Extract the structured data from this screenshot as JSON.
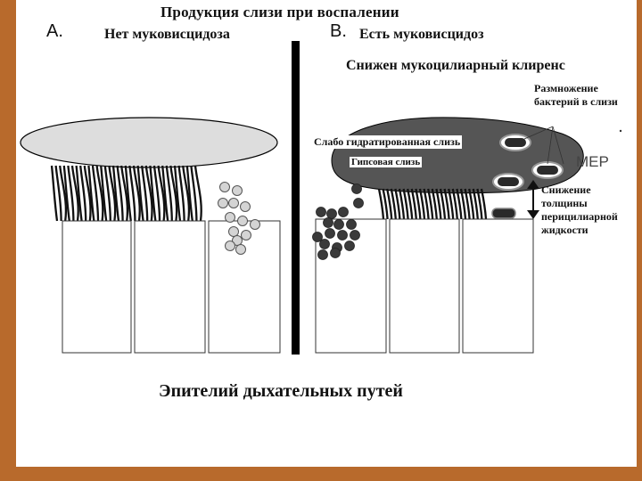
{
  "title": "Продукция слизи при воспалении",
  "panel_a": {
    "letter": "A.",
    "subtitle": "Нет муковисцидоза"
  },
  "panel_b": {
    "letter": "B.",
    "subtitle": "Есть муковисцидоз"
  },
  "labels": {
    "clearance": "Снижен мукоцилиарный клиренс",
    "bacteria": "Размножение бактерий в слизи",
    "weak_mucus": "Слабо гидратированная слизь",
    "thick_mucus": "Гипсовая слизь",
    "mep": "MEP",
    "periciliary": "Снижение толщины перицилиарной жидкости"
  },
  "caption": "Эпителий дыхательных путей",
  "colors": {
    "frame": "#b86a2c",
    "mucus_a": "#dddddd",
    "mucus_b": "#555555",
    "cilia": "#111111",
    "cells_light": "#d4d4d4",
    "cells_dark": "#3a3a3a"
  }
}
